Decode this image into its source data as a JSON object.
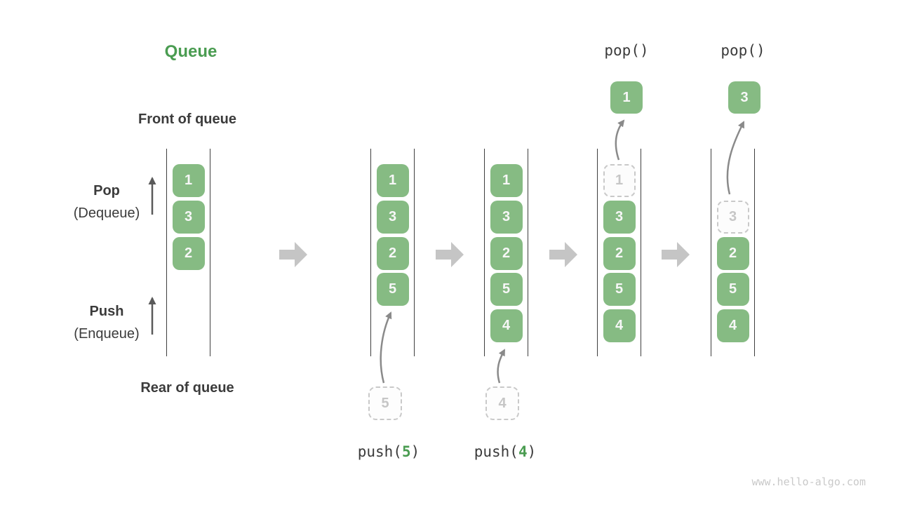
{
  "title": "Queue",
  "watermark": "www.hello-algo.com",
  "labels": {
    "front": "Front of queue",
    "rear": "Rear of queue",
    "pop_name": "Pop",
    "pop_alias": "(Dequeue)",
    "push_name": "Push",
    "push_alias": "(Enqueue)"
  },
  "colors": {
    "title_green": "#4a9c51",
    "box_green": "#86bb83",
    "box_text": "#f7f7f7",
    "dark_text": "#3b3b3b",
    "block_arrow_gray": "#c5c5c5",
    "curve_arrow_gray": "#8a8a8a",
    "dashed_border_gray": "#c9c9c9",
    "rail_line": "#3f3f3f"
  },
  "stages": [
    {
      "name": "initial",
      "cells": [
        {
          "value": "1"
        },
        {
          "value": "3"
        },
        {
          "value": "2"
        }
      ]
    },
    {
      "name": "after-push-5",
      "op_prefix": "push(",
      "op_arg": "5",
      "op_suffix": ")",
      "pending_value": "5",
      "cells": [
        {
          "value": "1"
        },
        {
          "value": "3"
        },
        {
          "value": "2"
        },
        {
          "value": "5"
        }
      ]
    },
    {
      "name": "after-push-4",
      "op_prefix": "push(",
      "op_arg": "4",
      "op_suffix": ")",
      "pending_value": "4",
      "cells": [
        {
          "value": "1"
        },
        {
          "value": "3"
        },
        {
          "value": "2"
        },
        {
          "value": "5"
        },
        {
          "value": "4"
        }
      ]
    },
    {
      "name": "pop-1",
      "op": "pop()",
      "popped_value": "1",
      "cells": [
        {
          "value": "1",
          "ghost": true
        },
        {
          "value": "3"
        },
        {
          "value": "2"
        },
        {
          "value": "5"
        },
        {
          "value": "4"
        }
      ]
    },
    {
      "name": "pop-3",
      "op": "pop()",
      "popped_value": "3",
      "cells": [
        {
          "value": "3",
          "ghost": true
        },
        {
          "value": "2"
        },
        {
          "value": "5"
        },
        {
          "value": "4"
        }
      ]
    }
  ]
}
